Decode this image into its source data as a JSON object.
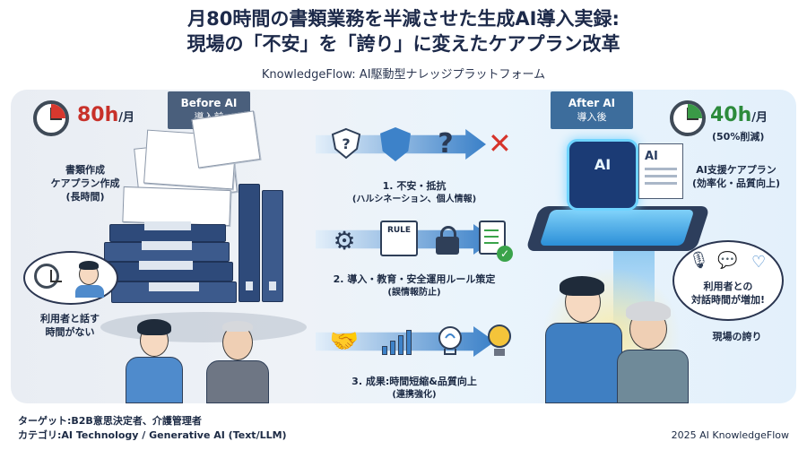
{
  "header": {
    "title_line1": "月80時間の書類業務を半減させた生成AI導入実録:",
    "title_line2": "現場の「不安」を「誇り」に変えたケアプラン改革",
    "subtitle": "KnowledgeFlow: AI駆動型ナレッジプラットフォーム"
  },
  "before": {
    "tag_en": "Before AI",
    "tag_jp": "導入前",
    "hours": "80h",
    "unit": "/月",
    "doc_label": "書類作成\nケアプラン作成\n(長時間)",
    "talk_label": "利用者と話す\n時間がない"
  },
  "after": {
    "tag_en": "After AI",
    "tag_jp": "導入後",
    "hours": "40h",
    "unit": "/月",
    "hours_note": "(50%削減)",
    "ai_plan_label": "AI支援ケアプラン\n(効率化・品質向上)",
    "talk_label": "利用者との\n対話時間が増加!",
    "pride_label": "現場の誇り",
    "ai_card_text": "AI",
    "ai_doc_text": "AI"
  },
  "steps": [
    {
      "title": "1. 不安・抵抗",
      "sub": "(ハルシネーション、個人情報)"
    },
    {
      "title": "2. 導入・教育・安全運用ルール策定",
      "sub": "(誤情報防止)"
    },
    {
      "title": "3. 成果:時間短縮&品質向上",
      "sub": "(連携強化)"
    }
  ],
  "rule_doc_text": "RULE",
  "footer": {
    "target": "ターゲット:B2B意思決定者、介護管理者",
    "category": "カテゴリ:AI Technology / Generative AI (Text/LLM)",
    "credit": "2025 AI KnowledgeFlow"
  },
  "colors": {
    "before_accent": "#c8312a",
    "after_accent": "#2d8b3c",
    "arrow_blue": "#3a80c8",
    "navy": "#1d2a4a"
  }
}
